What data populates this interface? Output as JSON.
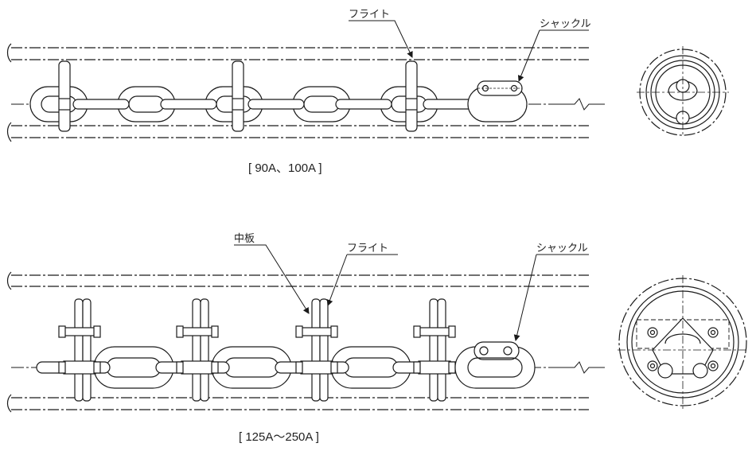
{
  "top": {
    "caption": "[ 90A、100A ]",
    "labels": {
      "flight": "フライト",
      "shackle": "シャックル"
    }
  },
  "bottom": {
    "caption": "[ 125A～250A ]",
    "labels": {
      "middle_plate": "中板",
      "flight": "フライト",
      "shackle": "シャックル"
    }
  },
  "colors": {
    "line": "#1a1a1a",
    "fill": "#ffffff"
  }
}
